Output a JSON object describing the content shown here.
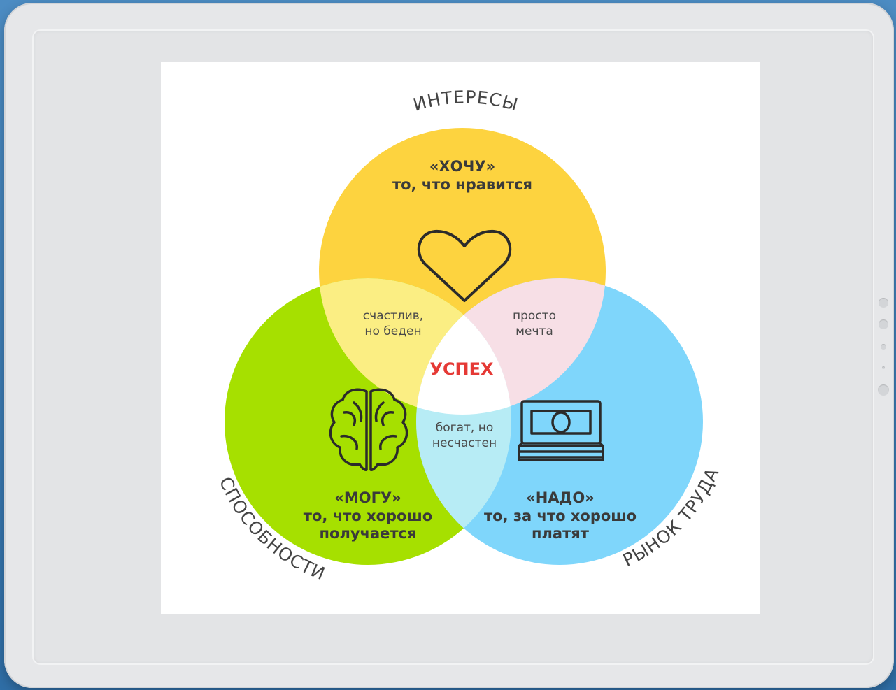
{
  "diagram": {
    "circles": {
      "top": {
        "arc_label": "ИНТЕРЕСЫ",
        "title": "«ХОЧУ»",
        "subtitle": "то, что нравится",
        "icon": "heart-icon",
        "color": "#fdd33f"
      },
      "left": {
        "arc_label": "СПОСОБНОСТИ",
        "title": "«МОГУ»",
        "subtitle": "то, что хорошо\nполучается",
        "icon": "brain-icon",
        "color": "#a6e000"
      },
      "right": {
        "arc_label": "РЫНОК ТРУДА",
        "title": "«НАДО»",
        "subtitle": "то, за что хорошо\nплатят",
        "icon": "money-icon",
        "color": "#7fd6fb"
      }
    },
    "overlaps": {
      "top_left": "счастлив,\nно беден",
      "top_right": "просто\nмечта",
      "left_right": "богат, но\nнесчастен",
      "center": "УСПЕХ"
    },
    "colors": {
      "overlap_top_left": "#fbee83",
      "overlap_top_right": "#f7dfe6",
      "overlap_left_right": "#b7ecf5",
      "center": "#ffffff",
      "success_text": "#e53935"
    }
  }
}
